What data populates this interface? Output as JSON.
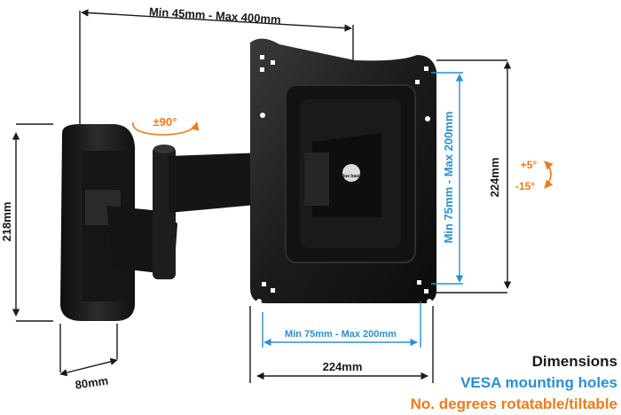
{
  "dimensions": {
    "width_range": "Min 45mm - Max 400mm",
    "height_arm": "218mm",
    "plate_height": "224mm",
    "plate_width": "224mm",
    "wall_plate_width": "80mm"
  },
  "vesa": {
    "vertical": "Min 75mm - Max 200mm",
    "horizontal": "Min 75mm - Max 200mm"
  },
  "rotation": {
    "swivel": "±90°",
    "tilt_up": "+5°",
    "tilt_down": "-15°"
  },
  "legend": {
    "dimensions": "Dimensions",
    "vesa": "VESA mounting holes",
    "rotation": "No. degrees rotatable/tiltable"
  },
  "brand_logo_text": "blue basic",
  "colors": {
    "dimension": "#1a1a1a",
    "vesa": "#2a8fd6",
    "rotation": "#f07a1a"
  }
}
